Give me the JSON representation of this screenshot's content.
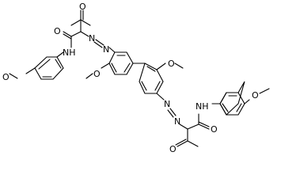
{
  "molecule": {
    "atom_labels": {
      "ketone_o_top": "O",
      "amide_o_top": "O",
      "nh_top": "NH",
      "azo_n1_top": "N",
      "azo_n2_top": "N",
      "ome_o_top_left": "O",
      "ome_o_biphenyl_left": "O",
      "ome_o_biphenyl_right": "O",
      "azo_n1_bottom": "N",
      "azo_n2_bottom": "N",
      "nh_bottom": "NH",
      "amide_o_bottom": "O",
      "ome_o_right": "O",
      "ketone_o_bottom": "O"
    },
    "colors": {
      "bond": "#000000",
      "text": "#000000",
      "background": "#ffffff"
    }
  }
}
